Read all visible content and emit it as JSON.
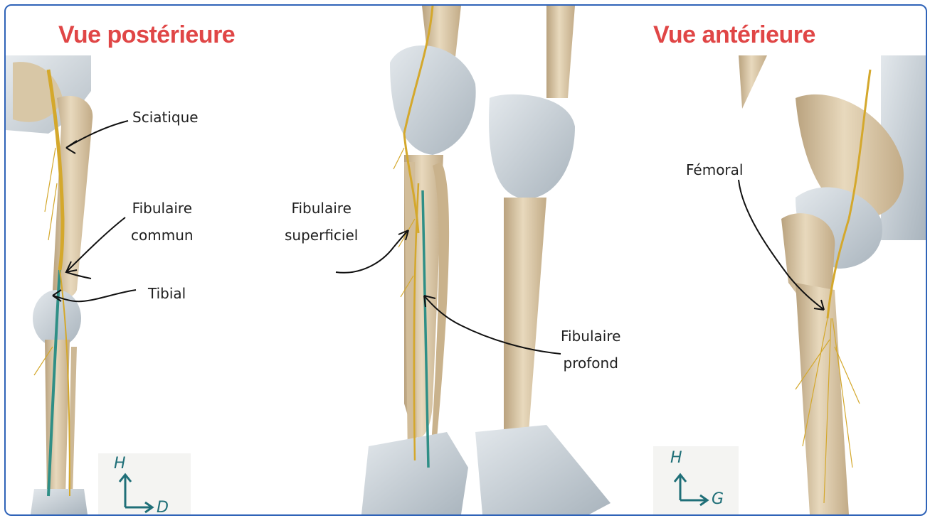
{
  "titles": {
    "posterior": "Vue postérieure",
    "anterior": "Vue antérieure"
  },
  "labels": {
    "sciatique": "Sciatique",
    "fibulaire_commun_1": "Fibulaire",
    "fibulaire_commun_2": "commun",
    "tibial": "Tibial",
    "fibulaire_superficiel_1": "Fibulaire",
    "fibulaire_superficiel_2": "superficiel",
    "fibulaire_profond_1": "Fibulaire",
    "fibulaire_profond_2": "profond",
    "femoral": "Fémoral"
  },
  "compass": {
    "left": {
      "up": "H",
      "side": "D"
    },
    "right": {
      "up": "H",
      "side": "G"
    }
  },
  "colors": {
    "title": "#e04646",
    "frame": "#2f63b8",
    "bone": "#dcc9a8",
    "bone_shadow": "#b9a27e",
    "cartilage": "#cfd6dc",
    "nerve_yellow": "#d4a82c",
    "nerve_teal": "#2f8f86",
    "compass": "#1f6f78"
  }
}
